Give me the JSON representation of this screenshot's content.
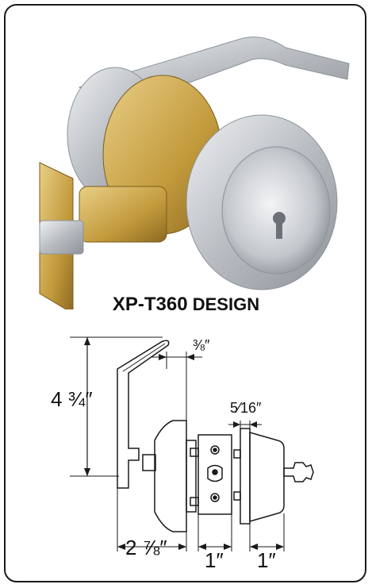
{
  "title": {
    "model": "XP-T360",
    "word": "DESIGN"
  },
  "dimensions": {
    "height": "4 ¾″",
    "lever_offset": "⅜″",
    "backset_gap": "5⁄16″",
    "rose_depth": "2 ⅞″",
    "latch_width": "1″",
    "deadbolt_depth": "1″"
  },
  "colors": {
    "steel": "#c9ccd0",
    "brass": "#c9a24a",
    "outline": "#1a1a1a"
  }
}
